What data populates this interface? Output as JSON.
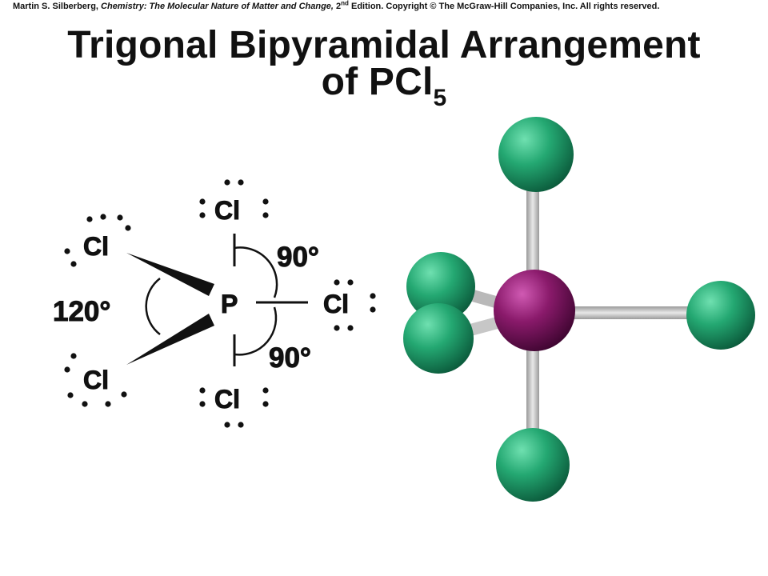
{
  "credit": {
    "author": "Martin S. Silberberg, ",
    "book": "Chemistry: The Molecular Nature of Matter and Change,",
    "edition_num": " 2",
    "edition_sup": "nd",
    "edition_rest": " Edition.  Copyright © The McGraw-Hill Companies, Inc. All rights reserved."
  },
  "title": {
    "line1": "Trigonal Bipyramidal Arrangement",
    "line2_prefix": "of PCl",
    "line2_sub": "5"
  },
  "lewis": {
    "central": "P",
    "ligand_label": "Cl",
    "angle_equatorial": "120°",
    "angle_axial_top": "90°",
    "angle_axial_bottom": "90°"
  },
  "model_colors": {
    "chlorine": "#1f9a66",
    "phosphorus": "#8a1a6b",
    "bond": "#cfcfcf"
  }
}
